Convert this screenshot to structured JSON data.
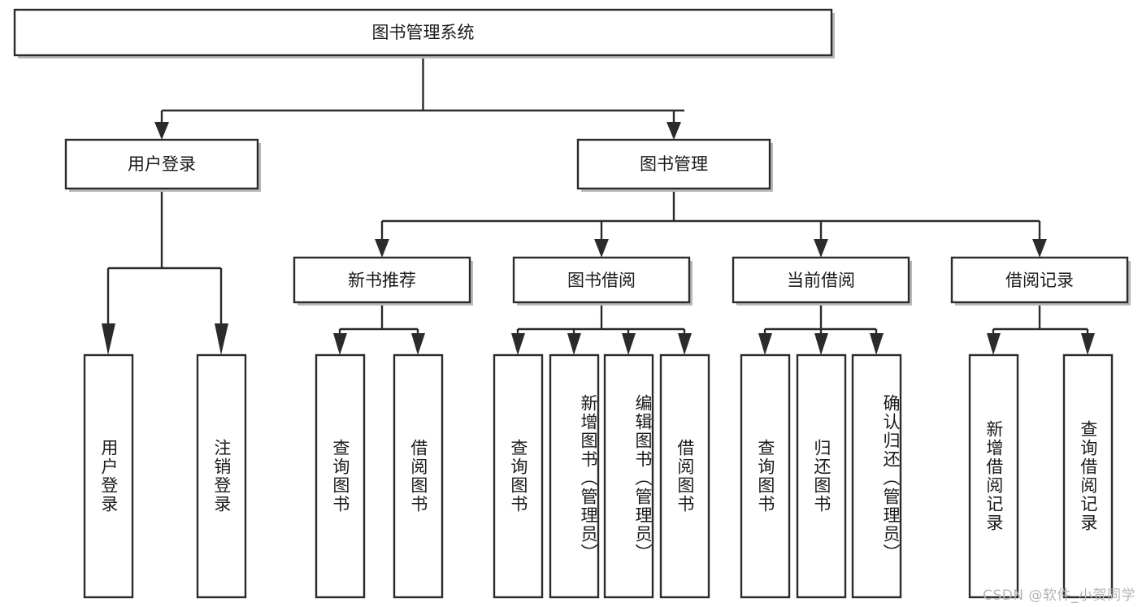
{
  "diagram": {
    "title": "图书管理系统",
    "watermark": "CSDN @软件_小贺同学",
    "style": {
      "box_fill": "#ffffff",
      "box_stroke": "#2b2b2b",
      "text_color": "#1a1a1a",
      "watermark_color": "#b5b5b5",
      "background": "#ffffff"
    },
    "levels": {
      "root": {
        "label": "图书管理系统"
      },
      "level2": [
        {
          "label": "用户登录"
        },
        {
          "label": "图书管理"
        }
      ],
      "level3": [
        {
          "label": "新书推荐"
        },
        {
          "label": "图书借阅"
        },
        {
          "label": "当前借阅"
        },
        {
          "label": "借阅记录"
        }
      ]
    },
    "leaves": {
      "user_login_group": [
        {
          "label": "用户登录"
        },
        {
          "label": "注销登录"
        }
      ],
      "new_book_group": [
        {
          "label": "查询图书"
        },
        {
          "label": "借阅图书"
        }
      ],
      "borrow_group": [
        {
          "label": "查询图书"
        },
        {
          "label": "新增图书（管理员）"
        },
        {
          "label": "编辑图书（管理员）"
        },
        {
          "label": "借阅图书"
        }
      ],
      "current_borrow_group": [
        {
          "label": "查询图书"
        },
        {
          "label": "归还图书"
        },
        {
          "label": "确认归还（管理员）"
        }
      ],
      "record_group": [
        {
          "label": "新增借阅记录"
        },
        {
          "label": "查询借阅记录"
        }
      ]
    }
  }
}
